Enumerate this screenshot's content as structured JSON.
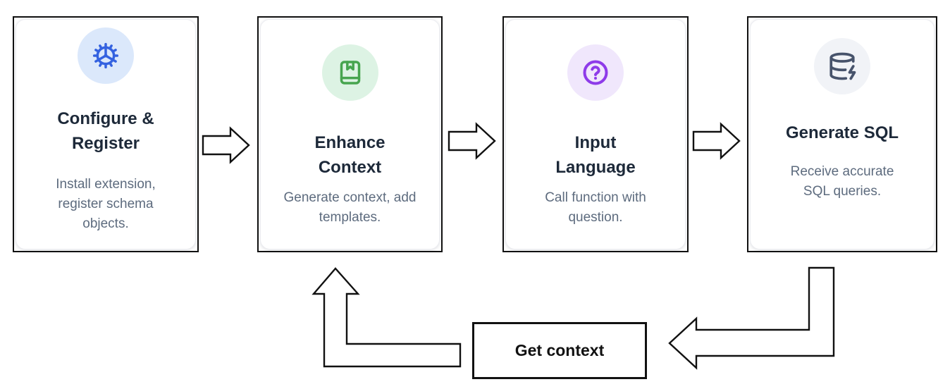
{
  "flow": {
    "steps": [
      {
        "title": "Configure & Register",
        "description": "Install extension, register schema objects.",
        "icon": "gear-icon",
        "icon_color": "#3462e0",
        "icon_bg": "#dbe8fb"
      },
      {
        "title": "Enhance Context",
        "description": "Generate context, add templates.",
        "icon": "book-marked-icon",
        "icon_color": "#47a54f",
        "icon_bg": "#ddf3e4"
      },
      {
        "title": "Input Language",
        "description": "Call function with question.",
        "icon": "help-circle-icon",
        "icon_color": "#8e3be9",
        "icon_bg": "#f0e7fc"
      },
      {
        "title": "Generate SQL",
        "description": "Receive accurate SQL queries.",
        "icon": "database-zap-icon",
        "icon_color": "#47536b",
        "icon_bg": "#f1f3f7"
      }
    ],
    "loop_label": "Get context",
    "colors": {
      "card_border": "#111111",
      "arrow_outline": "#111111",
      "title_text": "#1d2939",
      "description_text": "#5d6b7e",
      "background": "#ffffff"
    }
  }
}
